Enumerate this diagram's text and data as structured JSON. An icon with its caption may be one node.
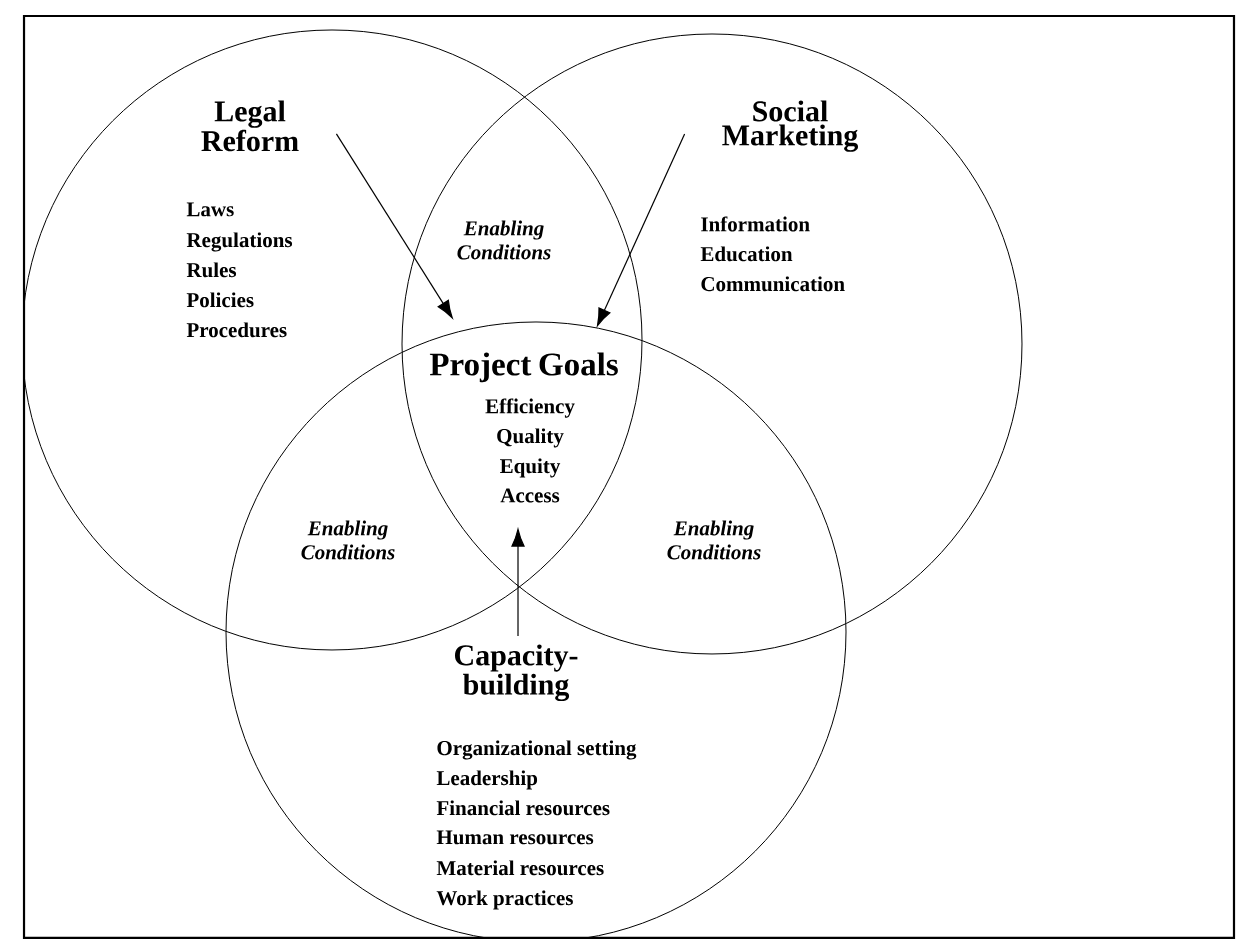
{
  "diagram": {
    "nodes": [
      {
        "text": [
          "Legal Reform",
          "Laws",
          "Regulations",
          "Rules",
          "Policies",
          "Procedures"
        ]
      },
      {
        "text": [
          "Social Marketing",
          "Information",
          "Education",
          "Communication"
        ]
      },
      {
        "text": [
          "Capacity-building",
          "Organizational setting",
          "Leadership",
          "Financial resources",
          "Human resources",
          "Material resources",
          "Work practices"
        ]
      },
      {
        "text": [
          "Project Goals",
          "Efficiency",
          "Quality",
          "Equity",
          "Access"
        ]
      }
    ],
    "edges": [
      {
        "from": 0,
        "to": 3,
        "arrow": "to"
      },
      {
        "from": 1,
        "to": 3,
        "arrow": "to"
      },
      {
        "from": 2,
        "to": 3,
        "arrow": "to"
      }
    ],
    "labels": [
      "Enabling Conditions",
      "Enabling Conditions",
      "Enabling Conditions"
    ]
  }
}
